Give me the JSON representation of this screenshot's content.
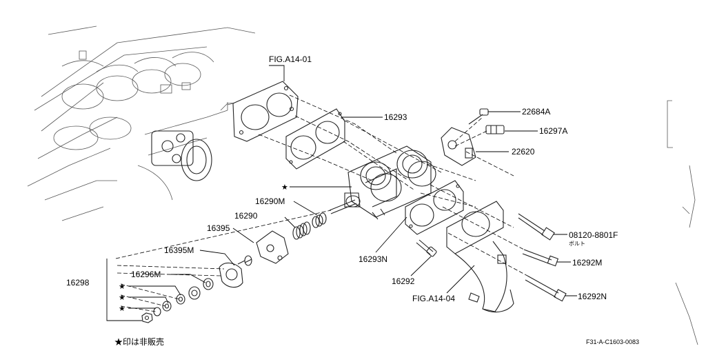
{
  "diagram": {
    "title": "Throttle chamber parts diagram",
    "parts": [
      {
        "id": "p1",
        "label": "FIG.A14-01"
      },
      {
        "id": "p2",
        "label": "22684A"
      },
      {
        "id": "p3",
        "label": "16297A"
      },
      {
        "id": "p4",
        "label": "22620"
      },
      {
        "id": "p5",
        "label": "16293"
      },
      {
        "id": "p6",
        "label": "16290M"
      },
      {
        "id": "p7",
        "label": "16290"
      },
      {
        "id": "p8",
        "label": "16395"
      },
      {
        "id": "p9",
        "label": "16395M"
      },
      {
        "id": "p10",
        "label": "16296M"
      },
      {
        "id": "p11",
        "label": "16298"
      },
      {
        "id": "p12",
        "label": "16293N"
      },
      {
        "id": "p13",
        "label": "16292"
      },
      {
        "id": "p14",
        "label": "FIG.A14-04"
      },
      {
        "id": "p15",
        "label": "08120-8801F"
      },
      {
        "id": "p16",
        "label": "16292M"
      },
      {
        "id": "p17",
        "label": "16292N"
      }
    ],
    "bolt_note": "ボルト",
    "star_marker": "★",
    "footnote": "★印は非販売",
    "drawing_code": "F31-A-C1603-0083"
  }
}
